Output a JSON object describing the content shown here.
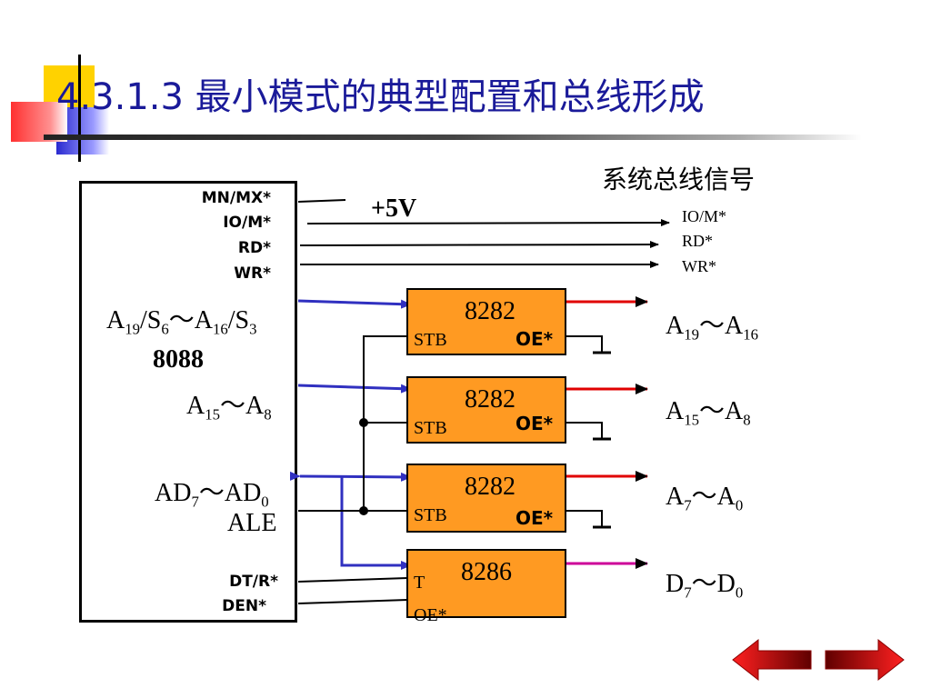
{
  "title": "4.3.1.3  最小模式的典型配置和总线形成",
  "bus_header": "系统总线信号",
  "cpu": {
    "name": "8088",
    "pins_top": [
      "MN/MX*",
      "IO/M*",
      "RD*",
      "WR*"
    ],
    "pins_bottom": [
      "DT/R*",
      "DEN*"
    ],
    "sig_a19": {
      "base": "A",
      "sub1": "19",
      "s1": "/S",
      "sub2": "6",
      "mid": "～A",
      "sub3": "16",
      "s2": "/S",
      "sub4": "3"
    },
    "sig_a15": {
      "base": "A",
      "sub1": "15",
      "mid": "～A",
      "sub2": "8"
    },
    "sig_ad": {
      "base": "AD",
      "sub1": "7",
      "mid": "～AD",
      "sub2": "0"
    },
    "ale": "ALE"
  },
  "supply": "+5V",
  "control_outputs": [
    "IO/M*",
    "RD*",
    "WR*"
  ],
  "latches": [
    {
      "name": "8282",
      "stb": "STB",
      "oe": "OE*"
    },
    {
      "name": "8282",
      "stb": "STB",
      "oe": "OE*"
    },
    {
      "name": "8282",
      "stb": "STB",
      "oe": "OE*"
    }
  ],
  "transceiver": {
    "name": "8286",
    "t": "T",
    "oe": "OE*"
  },
  "outputs": {
    "a19": {
      "base": "A",
      "sub1": "19",
      "mid": "～A",
      "sub2": "16"
    },
    "a15": {
      "base": "A",
      "sub1": "15",
      "mid": "～A",
      "sub2": "8"
    },
    "a7": {
      "base": "A",
      "sub1": "7",
      "mid": "～A",
      "sub2": "0"
    },
    "d7": {
      "base": "D",
      "sub1": "7",
      "mid": "～D",
      "sub2": "0"
    }
  },
  "colors": {
    "title": "#1a1a99",
    "latch_fill": "#ff9a22",
    "addr_line": "#3030c0",
    "out_red": "#e00000",
    "out_magenta": "#cc0099"
  }
}
